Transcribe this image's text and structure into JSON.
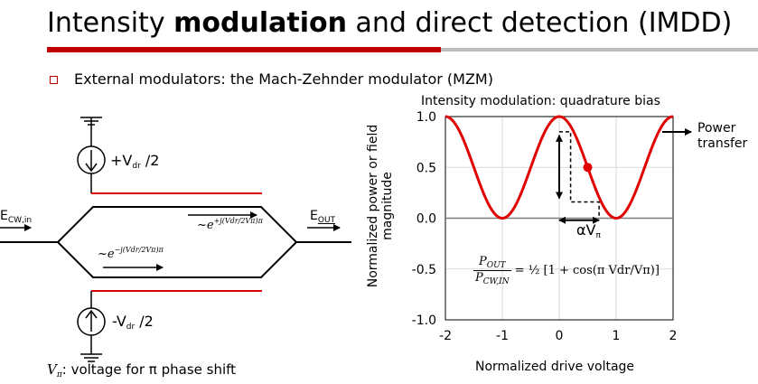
{
  "slide": {
    "title_pre": "Intensity ",
    "title_bold": "modulation",
    "title_post": " and direct detection (IMDD)",
    "bullet": "External modulators: the Mach-Zehnder modulator (MZM)"
  },
  "mzm": {
    "top_source_label": "+V",
    "top_source_sub": "dr",
    "top_source_tail": " /2",
    "bottom_source_label": "-V",
    "bottom_source_sub": "dr",
    "bottom_source_tail": " /2",
    "input_label": "E",
    "input_sub": "CW,in",
    "output_label": "E",
    "output_sub": "OUT",
    "upper_arm_phase": "~e",
    "upper_arm_exponent": "+j(Vdr/2Vπ)π",
    "lower_arm_phase": "~e",
    "lower_arm_exponent": "−j(Vdr/2Vπ)π",
    "vpi_symbol": "V",
    "vpi_sub": "π",
    "vpi_note": ": voltage for π phase shift"
  },
  "chart_data": {
    "type": "line",
    "title": "Intensity modulation: quadrature bias",
    "xlabel": "Normalized drive voltage",
    "ylabel": "Normalized power or field magnitude",
    "xlim": [
      -2,
      2
    ],
    "ylim": [
      -1.0,
      1.0
    ],
    "xticks": [
      "-2",
      "-1",
      "0",
      "1",
      "2"
    ],
    "yticks": [
      "1.0",
      "0.5",
      "0.0",
      "-0.5",
      "-1.0"
    ],
    "series": [
      {
        "name": "",
        "color": "#e00000",
        "function": "0.5*(1+cos(pi*x))",
        "x": [
          -2,
          -1.75,
          -1.5,
          -1.25,
          -1,
          -0.75,
          -0.5,
          -0.25,
          0,
          0.25,
          0.5,
          0.75,
          1,
          1.25,
          1.5,
          1.75,
          2
        ],
        "y": [
          1,
          0.854,
          0.5,
          0.146,
          0,
          0.146,
          0.5,
          0.854,
          1,
          0.854,
          0.5,
          0.146,
          0,
          0.146,
          0.5,
          0.854,
          1
        ]
      }
    ],
    "bias_point": {
      "x": 0.5,
      "y": 0.5
    },
    "swing": {
      "x_from": 0.2,
      "x_to": 0.7,
      "y_top": 0.85,
      "y_bottom": 0.16
    },
    "grid": true,
    "annotations": {
      "power_transfer": "Power transfer",
      "alpha_vpi": "αV",
      "alpha_vpi_sub": "π",
      "formula_lhs_num": "P",
      "formula_lhs_num_sub": "OUT",
      "formula_lhs_den": "P",
      "formula_lhs_den_sub": "CW,IN",
      "formula_rhs": "= ½ [1 + cos(π Vdr/Vπ)]"
    }
  }
}
